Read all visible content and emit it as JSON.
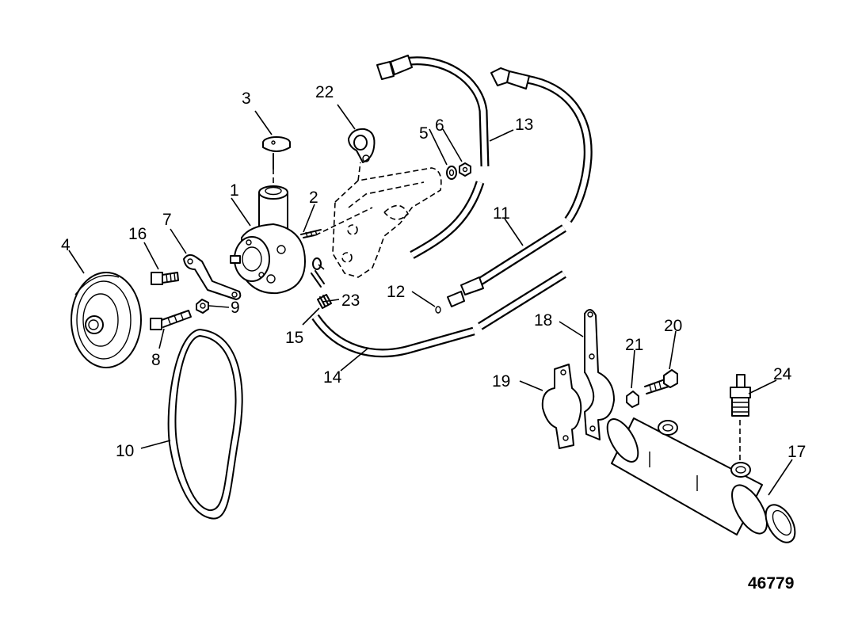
{
  "figure_number": "46779",
  "callouts": [
    {
      "id": "c1",
      "label": "1"
    },
    {
      "id": "c2",
      "label": "2"
    },
    {
      "id": "c3",
      "label": "3"
    },
    {
      "id": "c4",
      "label": "4"
    },
    {
      "id": "c5",
      "label": "5"
    },
    {
      "id": "c6",
      "label": "6"
    },
    {
      "id": "c7",
      "label": "7"
    },
    {
      "id": "c8",
      "label": "8"
    },
    {
      "id": "c9",
      "label": "9"
    },
    {
      "id": "c10",
      "label": "10"
    },
    {
      "id": "c11",
      "label": "11"
    },
    {
      "id": "c12",
      "label": "12"
    },
    {
      "id": "c13",
      "label": "13"
    },
    {
      "id": "c14",
      "label": "14"
    },
    {
      "id": "c15",
      "label": "15"
    },
    {
      "id": "c16",
      "label": "16"
    },
    {
      "id": "c17",
      "label": "17"
    },
    {
      "id": "c18",
      "label": "18"
    },
    {
      "id": "c19",
      "label": "19"
    },
    {
      "id": "c20",
      "label": "20"
    },
    {
      "id": "c21",
      "label": "21"
    },
    {
      "id": "c22",
      "label": "22"
    },
    {
      "id": "c23",
      "label": "23"
    },
    {
      "id": "c24",
      "label": "24"
    }
  ]
}
